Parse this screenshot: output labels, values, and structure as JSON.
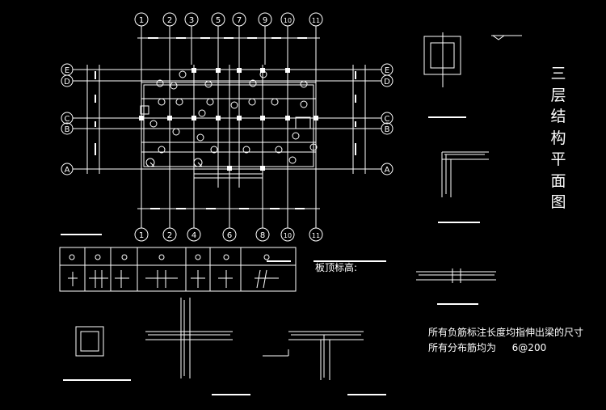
{
  "drawing": {
    "title_chars": [
      "三",
      "层",
      "结",
      "构",
      "平",
      "面",
      "图"
    ],
    "top_axes": [
      "1",
      "2",
      "3",
      "5",
      "7",
      "9",
      "10",
      "11"
    ],
    "bottom_axes": [
      "1",
      "2",
      "4",
      "6",
      "8",
      "10",
      "11"
    ],
    "left_axes": [
      "E",
      "D",
      "C",
      "B",
      "A"
    ],
    "right_axes": [
      "E",
      "D",
      "C",
      "B",
      "A"
    ],
    "slab_label": "板顶标高:",
    "notes": {
      "line1": "所有负筋标注长度均指伸出梁的尺寸",
      "line2_prefix": "所有分布筋均为",
      "line2_value": "6@200"
    }
  },
  "colors": {
    "background": "#000000",
    "lines": "#ffffff",
    "annotation": "#ffffff"
  }
}
